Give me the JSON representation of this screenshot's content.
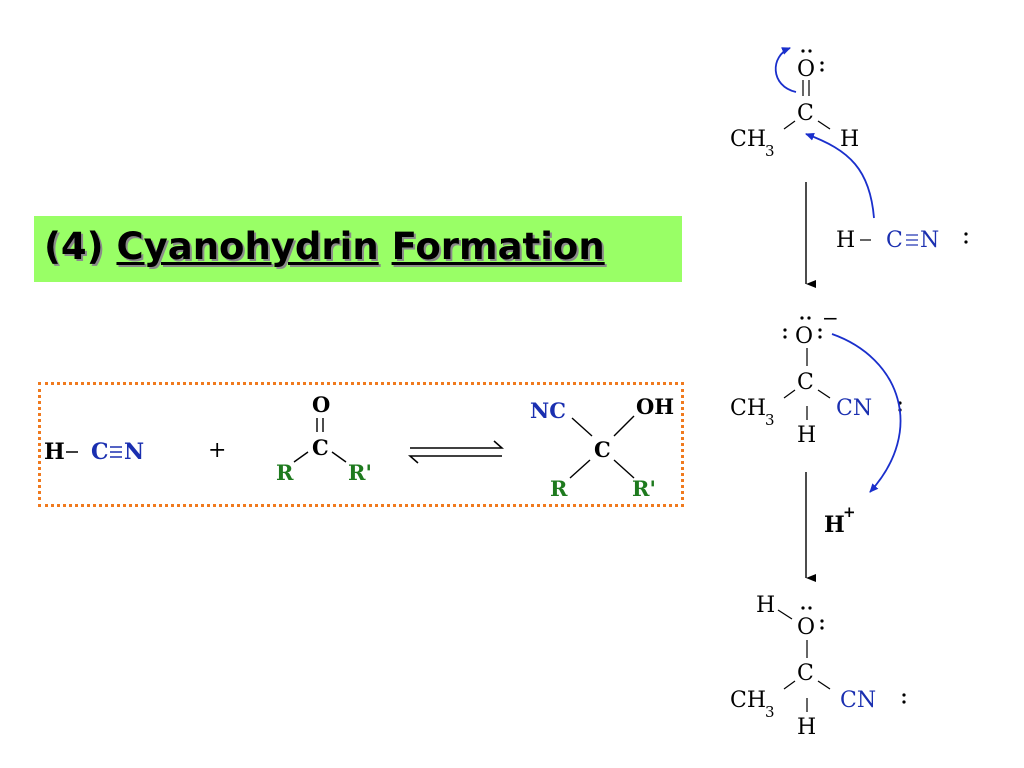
{
  "title": {
    "number": "(4)",
    "word1": "Cyanohydrin",
    "word2": "Formation"
  },
  "colors": {
    "banner": "#99ff66",
    "scheme_border": "#f07a1e",
    "nitrile": "#1a2fb0",
    "substituent": "#1e7a1e",
    "arrow": "#1a2fcc",
    "text": "#000000"
  },
  "overall_reaction": {
    "hcn": {
      "h": "H",
      "c": "C",
      "n": "N"
    },
    "plus": "+",
    "carbonyl": {
      "o": "O",
      "c": "C",
      "r": "R",
      "r2": "R'"
    },
    "product": {
      "nc": "NC",
      "oh": "OH",
      "c": "C",
      "r": "R",
      "r2": "R'"
    }
  },
  "mechanism": {
    "step1": {
      "o": "O",
      "c": "C",
      "ch": "CH",
      "sub3": "3",
      "h": "H"
    },
    "nucleophile": {
      "h": "H",
      "c": "C",
      "n": "N"
    },
    "step2": {
      "o": "O",
      "charge": "−",
      "c": "C",
      "ch": "CH",
      "sub3": "3",
      "cn": "CN",
      "h": "H"
    },
    "proton": {
      "h": "H",
      "plus": "+"
    },
    "step3": {
      "h_top": "H",
      "o": "O",
      "c": "C",
      "ch": "CH",
      "sub3": "3",
      "cn": "CN",
      "h": "H"
    }
  }
}
